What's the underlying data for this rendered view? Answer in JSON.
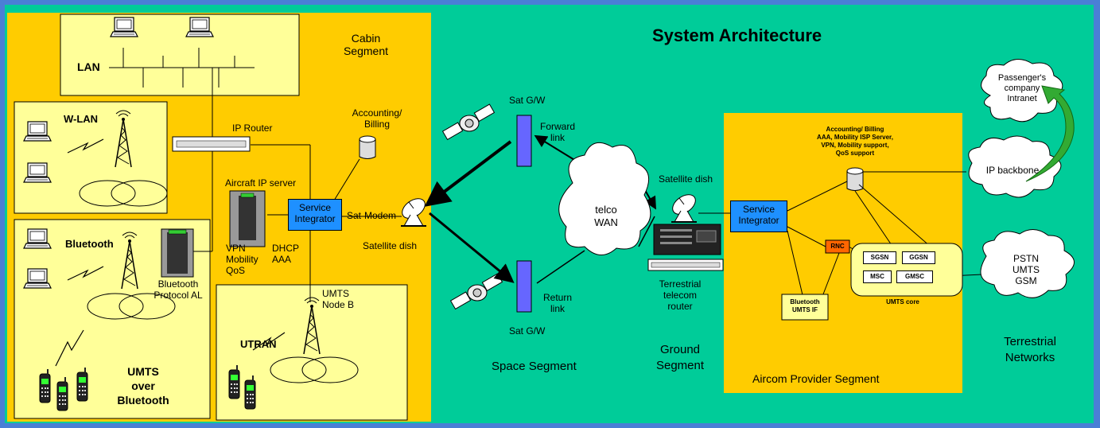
{
  "title": "System Architecture",
  "colors": {
    "background": "#4a7fd6",
    "main_panel": "#00cc99",
    "segment": "#ffcc00",
    "sub_box": "#ffff99",
    "integrator": "#1e90ff",
    "rnc": "#ff6600",
    "arrow": "#33aa33"
  },
  "cabin": {
    "label_line1": "Cabin",
    "label_line2": "Segment",
    "lan": "LAN",
    "wlan": "W-LAN",
    "bluetooth": "Bluetooth",
    "umts_over_bt_1": "UMTS",
    "umts_over_bt_2": "over",
    "umts_over_bt_3": "Bluetooth",
    "utran": "UTRAN",
    "ip_router": "IP Router",
    "accounting_1": "Accounting/",
    "accounting_2": "Billing",
    "aircraft_ip_server": "Aircraft IP server",
    "service_integrator_1": "Service",
    "service_integrator_2": "Integrator",
    "vpn": "VPN",
    "mobility": "Mobility",
    "qos": "QoS",
    "dhcp": "DHCP",
    "aaa": "AAA",
    "sat_modem": "Sat-Modem",
    "satellite_dish": "Satellite dish",
    "bt_protocol_1": "Bluetooth",
    "bt_protocol_2": "Protocol AL",
    "umts_nodeb_1": "UMTS",
    "umts_nodeb_2": "Node B"
  },
  "space": {
    "sat_gw_top": "Sat G/W",
    "sat_gw_bottom": "Sat G/W",
    "forward_1": "Forward",
    "forward_2": "link",
    "return_1": "Return",
    "return_2": "link",
    "telco_1": "telco",
    "telco_2": "WAN",
    "label": "Space Segment"
  },
  "ground": {
    "satellite_dish": "Satellite dish",
    "router_1": "Terrestrial",
    "router_2": "telecom",
    "router_3": "router",
    "label_1": "Ground",
    "label_2": "Segment"
  },
  "provider": {
    "acc_1": "Accounting/ Billing",
    "acc_2": "AAA, Mobility ISP Server,",
    "acc_3": "VPN, Mobility support,",
    "acc_4": "QoS support",
    "si_1": "Service",
    "si_2": "Integrator",
    "rnc": "RNC",
    "sgsn": "SGSN",
    "ggsn": "GGSN",
    "msc": "MSC",
    "gmsc": "GMSC",
    "umts_core": "UMTS core",
    "bt_if_1": "Bluetooth",
    "bt_if_2": "UMTS IF",
    "label": "Aircom Provider Segment"
  },
  "terrestrial": {
    "intranet_1": "Passenger's",
    "intranet_2": "company",
    "intranet_3": "Intranet",
    "ip_backbone": "IP backbone",
    "pstn_1": "PSTN",
    "pstn_2": "UMTS",
    "pstn_3": "GSM",
    "label_1": "Terrestrial",
    "label_2": "Networks"
  }
}
